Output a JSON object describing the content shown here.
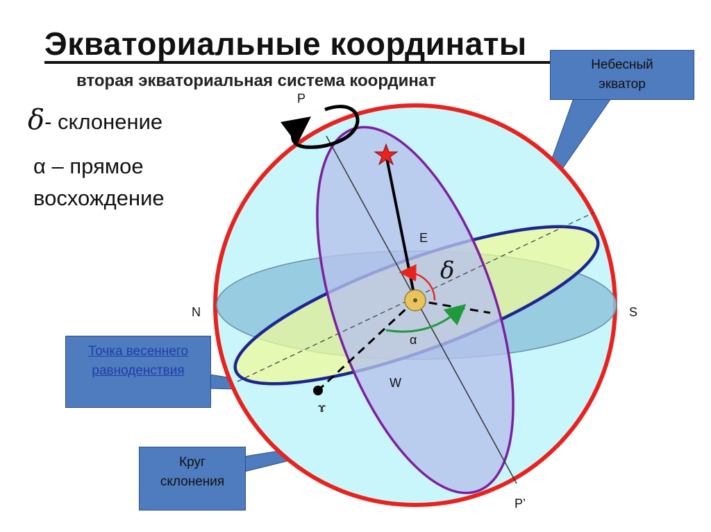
{
  "header": {
    "title": "Экваториальные координаты",
    "subtitle": "вторая  экваториальная система координат"
  },
  "legend": {
    "delta_symbol": "δ",
    "delta_text": "- склонение",
    "alpha_line1": "α – прямое",
    "alpha_line2": "восхождение"
  },
  "labels": {
    "pole_north": "P",
    "pole_south": "P’",
    "east": "E",
    "west": "W",
    "north": "N",
    "south": "S",
    "delta": "δ",
    "alpha": "α",
    "vernal_point": "ɤ"
  },
  "callouts": {
    "celestial_equator_line1": "Небесный",
    "celestial_equator_line2": "экватор",
    "vernal_equinox_line1": "Точка весеннего",
    "vernal_equinox_line2": "равноденствия",
    "declination_circle_line1": "Круг",
    "declination_circle_line2": "склонения"
  },
  "colors": {
    "sphere_outline": "#e8231f",
    "sphere_fill": "#c9f6fb",
    "horizon_fill": "#8fc4dc",
    "equator_fill": "#eefa9a",
    "equator_outline": "#1d2690",
    "declination_fill": "#b7c2ec",
    "declination_outline": "#7e1fa0",
    "callout_fill": "#4f7bbf",
    "alpha_arc": "#1f9a3a",
    "delta_arc": "#e8231f"
  }
}
